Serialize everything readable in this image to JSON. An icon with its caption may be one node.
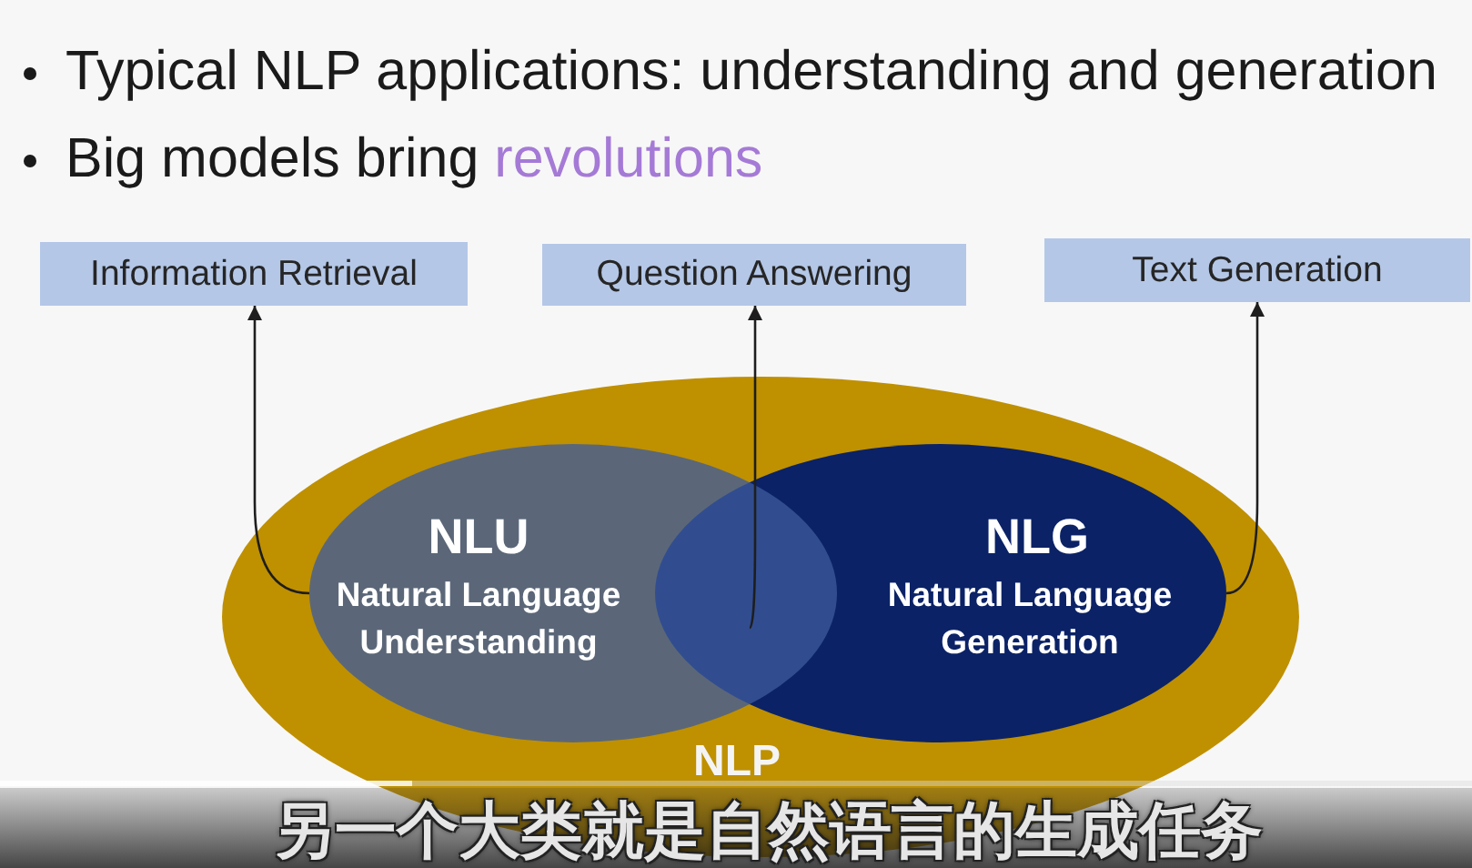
{
  "diagram": {
    "nodes": [
      {
        "text": [
          "Information Retrieval"
        ]
      },
      {
        "text": [
          "Question Answering"
        ]
      },
      {
        "text": [
          "Text Generation"
        ]
      },
      {
        "text": [
          "NLP"
        ]
      },
      {
        "text": [
          "NLU",
          "Natural Language Understanding"
        ],
        "in": 3
      },
      {
        "text": [
          "NLG",
          "Natural Language Generation"
        ],
        "in": 3
      }
    ],
    "edges": [
      {
        "from": 4,
        "to": 0,
        "arrow": "to"
      },
      {
        "from": 4,
        "to": 1,
        "arrow": "to"
      },
      {
        "from": 5,
        "to": 1,
        "arrow": "to"
      },
      {
        "from": 5,
        "to": 2,
        "arrow": "to"
      }
    ],
    "labels": [
      "Typical NLP applications: understanding and generation",
      "Big models bring *revolutions*",
      "另一个大类就是自然语言的生成任务"
    ]
  }
}
